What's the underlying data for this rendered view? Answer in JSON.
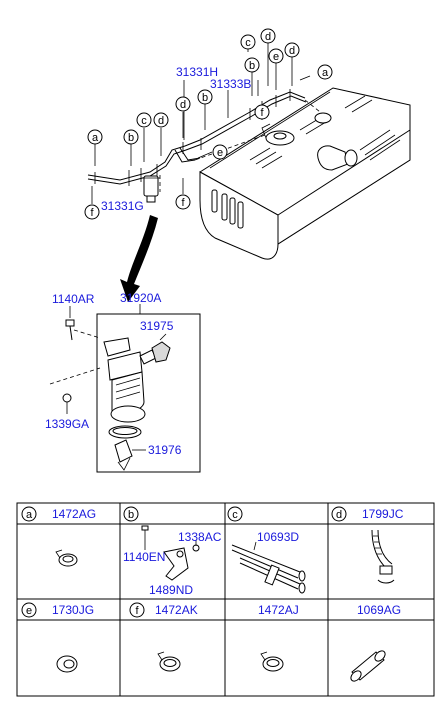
{
  "callouts": {
    "a": "a",
    "b": "b",
    "c": "c",
    "d": "d",
    "e": "e",
    "f": "f"
  },
  "main": {
    "p31331H": "31331H",
    "p31333B": "31333B",
    "p31331G": "31331G",
    "p31920A": "31920A",
    "p1140AR": "1140AR",
    "p31975": "31975",
    "p1339GA": "1339GA",
    "p31976": "31976"
  },
  "table": {
    "row1": [
      {
        "letter": "a",
        "part": "1472AG"
      },
      {
        "letter": "b",
        "part": ""
      },
      {
        "letter": "c",
        "part": ""
      },
      {
        "letter": "d",
        "part": "1799JC"
      }
    ],
    "row2": [
      {
        "letter": "e",
        "part": "1730JG"
      },
      {
        "letter": "f",
        "part": "1472AK"
      },
      {
        "letter": "",
        "part": "1472AJ"
      },
      {
        "letter": "",
        "part": "1069AG"
      }
    ],
    "b_parts": {
      "p1338AC": "1338AC",
      "p1140EN": "1140EN",
      "p1489ND": "1489ND"
    },
    "c_parts": {
      "p10693D": "10693D"
    }
  }
}
